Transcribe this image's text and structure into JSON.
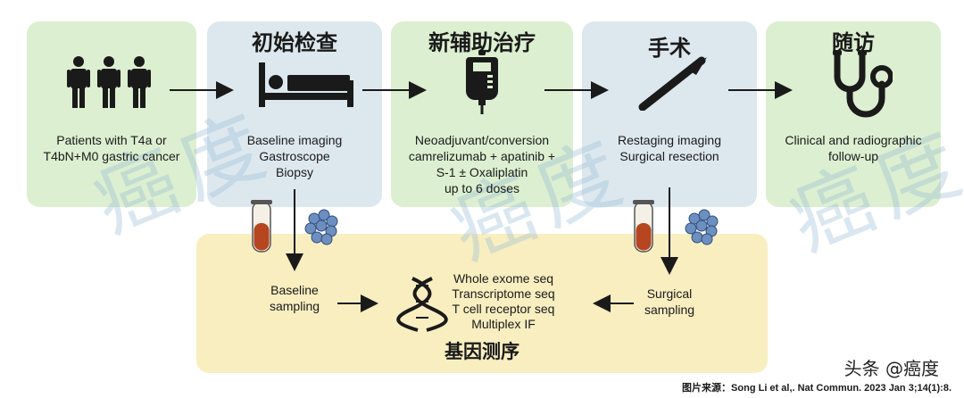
{
  "stages": [
    {
      "header": "",
      "lines": [
        "Patients with T4a or",
        "T4bN+M0 gastric cancer"
      ],
      "icon": "patients-icon"
    },
    {
      "header": "初始检查",
      "lines": [
        "Baseline imaging",
        "Gastroscope",
        "Biopsy"
      ],
      "icon": "hospital-bed-icon"
    },
    {
      "header": "新辅助治疗",
      "lines": [
        "Neoadjuvant/conversion",
        "camrelizumab + apatinib +",
        "S-1 ± Oxaliplatin",
        "up to 6 doses"
      ],
      "icon": "iv-bag-icon"
    },
    {
      "header": "手术",
      "lines": [
        "Restaging imaging",
        "Surgical resection"
      ],
      "icon": "scalpel-icon"
    },
    {
      "header": "随访",
      "lines": [
        "Clinical and radiographic",
        "follow-up"
      ],
      "icon": "stethoscope-icon"
    }
  ],
  "sampling": {
    "baseline": [
      "Baseline",
      "sampling"
    ],
    "surgical": [
      "Surgical",
      "sampling"
    ],
    "assays": [
      "Whole exome seq",
      "Transcriptome seq",
      "T cell receptor seq",
      "Multiplex IF"
    ],
    "title": "基因测序"
  },
  "watermark": "癌度",
  "watermark_tag": "头条 @癌度",
  "credit": "图片来源：Song Li et al,. Nat Commun. 2023 Jan 3;14(1):8."
}
